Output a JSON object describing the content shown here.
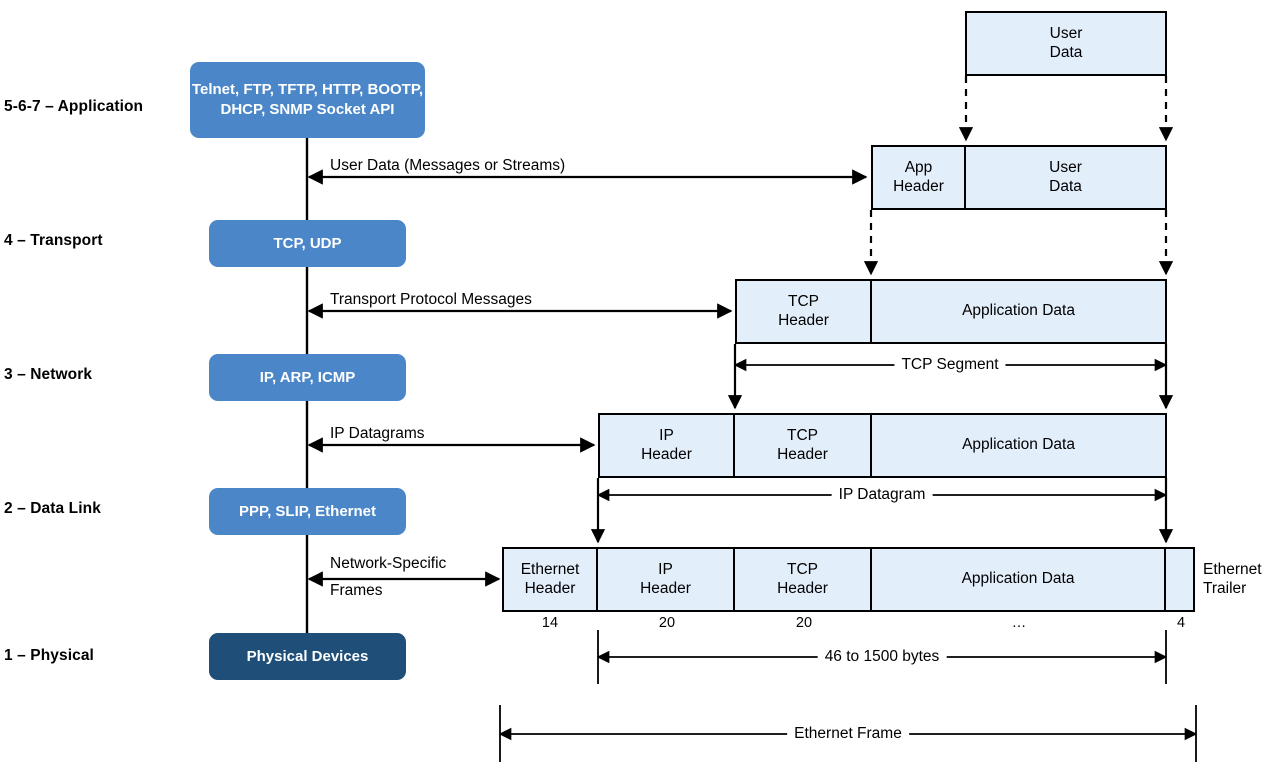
{
  "diagram": {
    "title": "TCP/IP Protocol Stack and Data Encapsulation",
    "colors": {
      "protocol_box": "#4a86c8",
      "physical_box": "#1f4e79",
      "packet_fill": "#e3eefb",
      "line": "#000000",
      "background": "#ffffff"
    }
  },
  "layers": [
    {
      "label": "5-6-7 – Application",
      "protocols": "Telnet, FTP, TFTP, HTTP,\nBOOTP, DHCP, SNMP\nSocket API"
    },
    {
      "label": "4 – Transport",
      "protocols": "TCP, UDP"
    },
    {
      "label": "3 – Network",
      "protocols": "IP, ARP, ICMP"
    },
    {
      "label": "2 – Data Link",
      "protocols": "PPP, SLIP, Ethernet"
    },
    {
      "label": "1 – Physical",
      "protocols": "Physical Devices"
    }
  ],
  "flow_labels": [
    {
      "above": "User Data (Messages or Streams)",
      "below": ""
    },
    {
      "above": "Transport Protocol Messages",
      "below": ""
    },
    {
      "above": "IP Datagrams",
      "below": ""
    },
    {
      "above": "Network-Specific",
      "below": "Frames"
    }
  ],
  "packet_rows": {
    "user_data": {
      "cells": [
        {
          "text": "User\nData"
        }
      ]
    },
    "app": {
      "cells": [
        {
          "text": "App\nHeader"
        },
        {
          "text": "User\nData"
        }
      ]
    },
    "transport": {
      "cells": [
        {
          "text": "TCP\nHeader"
        },
        {
          "text": "Application Data"
        }
      ]
    },
    "network": {
      "cells": [
        {
          "text": "IP\nHeader"
        },
        {
          "text": "TCP\nHeader"
        },
        {
          "text": "Application Data"
        }
      ]
    },
    "datalink": {
      "cells": [
        {
          "text": "Ethernet\nHeader",
          "size": "14"
        },
        {
          "text": "IP\nHeader",
          "size": "20"
        },
        {
          "text": "TCP\nHeader",
          "size": "20"
        },
        {
          "text": "Application Data",
          "size": "…"
        },
        {
          "text": "",
          "size": "4"
        }
      ],
      "trailer_label": "Ethernet\nTrailer"
    }
  },
  "measurements": [
    {
      "label": "TCP Segment"
    },
    {
      "label": "IP Datagram"
    },
    {
      "label": "46 to 1500 bytes"
    },
    {
      "label": "Ethernet Frame"
    }
  ]
}
